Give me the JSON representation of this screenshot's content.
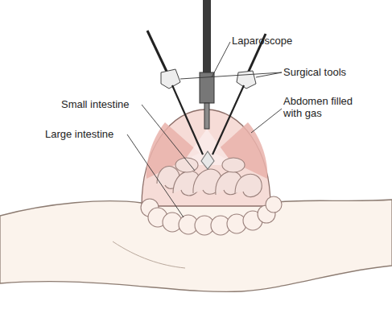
{
  "diagram": {
    "labels": [
      "Laparoscope",
      "Surgical tools",
      "Abdomen filled with gas",
      "Small intestine",
      "Large intestine"
    ]
  }
}
